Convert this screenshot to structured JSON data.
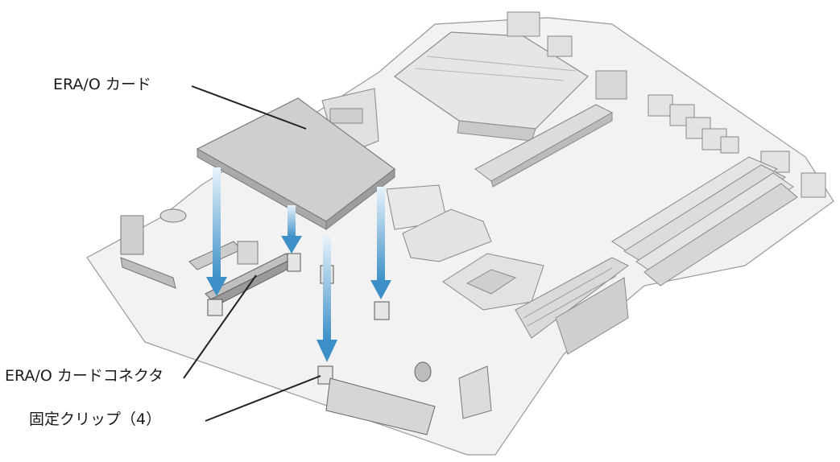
{
  "callouts": {
    "era_card": "ERA/O カード",
    "era_connector": "ERA/O カードコネクタ",
    "retention_clips": "固定クリップ（4）"
  },
  "colors": {
    "board_light": "#f1f1f1",
    "board_edge": "#b3b3b3",
    "card_face": "#cdcdcd",
    "arrow": "#3d8fc7",
    "leader": "#222222"
  }
}
